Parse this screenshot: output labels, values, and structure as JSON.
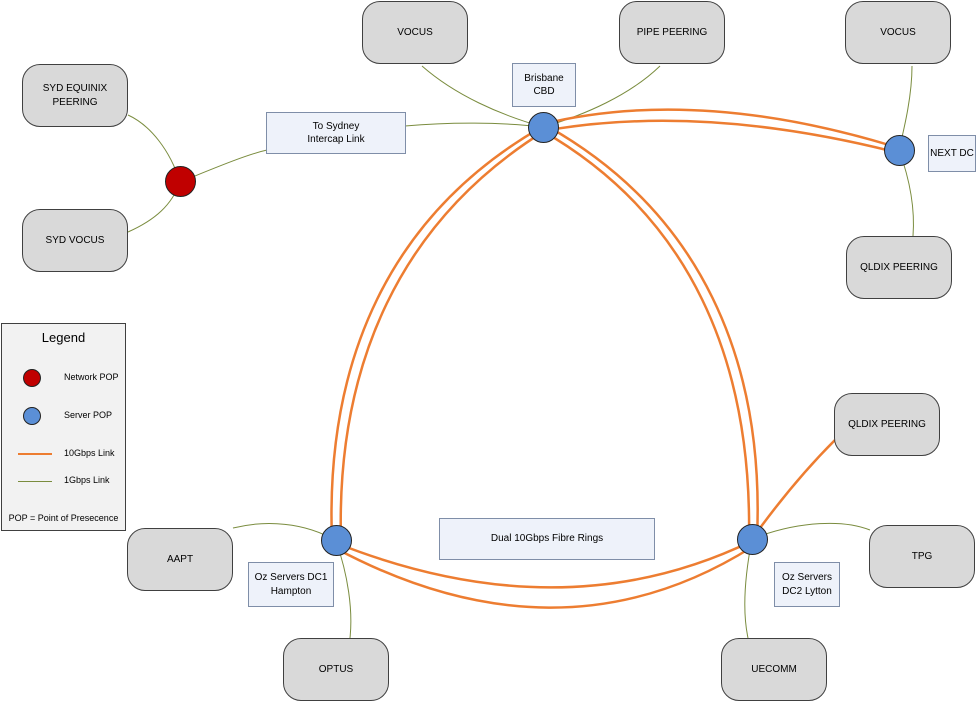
{
  "peers": {
    "sydEquinix": "SYD EQUINIX\nPEERING",
    "sydVocus": "SYD VOCUS",
    "vocusTop": "VOCUS",
    "pipePeering": "PIPE PEERING",
    "vocusRight": "VOCUS",
    "qldixTop": "QLDIX PEERING",
    "qldixMid": "QLDIX PEERING",
    "tpg": "TPG",
    "uecomm": "UECOMM",
    "optus": "OPTUS",
    "aapt": "AAPT"
  },
  "labels": {
    "brisbane": "Brisbane\nCBD",
    "sydneyLink": "To Sydney\nIntercap Link",
    "nextDc": "NEXT DC",
    "dc1": "Oz Servers DC1\nHampton",
    "dc2": "Oz Servers\nDC2 Lytton",
    "rings": "Dual 10Gbps Fibre Rings"
  },
  "legend": {
    "title": "Legend",
    "networkPop": "Network POP",
    "serverPop": "Server POP",
    "link10g": "10Gbps Link",
    "link1g": "1Gbps Link",
    "footer": "POP = Point of Presecence"
  },
  "colors": {
    "link10g": "#ed7d31",
    "link1g": "#7a8c3e",
    "serverPop": "#5b8fd6",
    "networkPop": "#c00000"
  }
}
